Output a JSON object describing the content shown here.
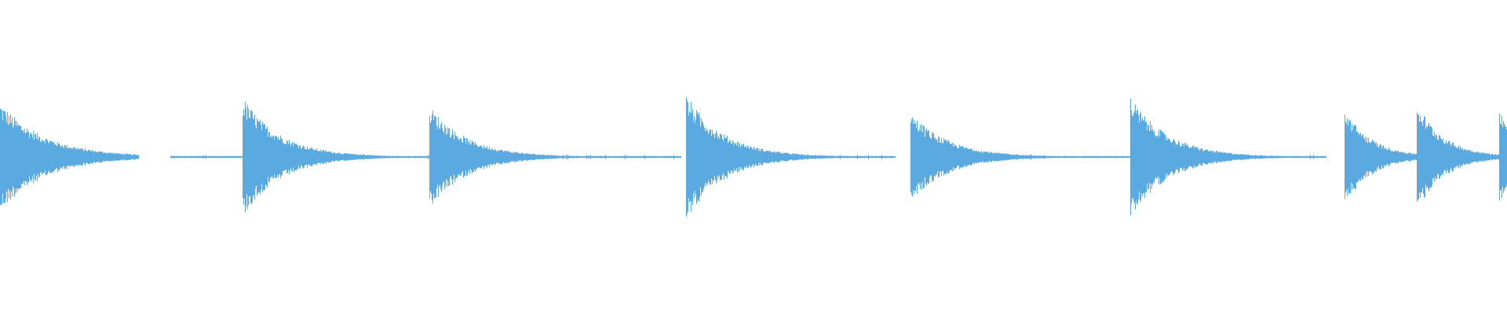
{
  "waveform": {
    "color": "#5aaae1",
    "background": "#ffffff",
    "transients": [
      {
        "peak": 0.5,
        "decay": 0.03
      },
      {
        "peak": 0.55,
        "decay": 0.025
      },
      {
        "peak": 0.47,
        "decay": 0.025
      },
      {
        "peak": 0.57,
        "decay": 0.025
      },
      {
        "peak": 0.41,
        "decay": 0.025
      },
      {
        "peak": 0.55,
        "decay": 0.025
      },
      {
        "peak": 0.44,
        "decay": 0.018
      },
      {
        "peak": 0.5,
        "decay": 0.018
      },
      {
        "peak": 0.49,
        "decay": 0.01
      }
    ],
    "onsets": [
      0.0,
      0.161,
      0.285,
      0.455,
      0.604,
      0.75,
      0.892,
      0.94,
      0.995
    ],
    "silent_gaps": [
      {
        "start": 0.092,
        "end": 0.113
      },
      {
        "start": 0.452,
        "end": 0.455
      },
      {
        "start": 0.594,
        "end": 0.604
      },
      {
        "start": 0.88,
        "end": 0.892
      }
    ]
  }
}
